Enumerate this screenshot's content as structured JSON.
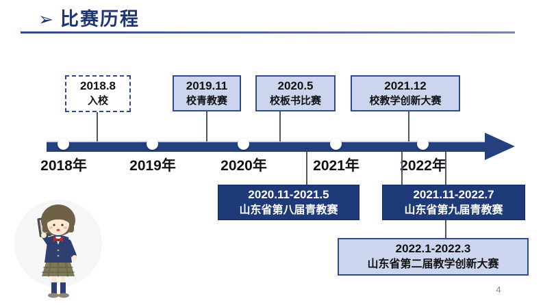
{
  "header": {
    "title": "比赛历程",
    "bullet_icon": {
      "name": "chevron-right-icon",
      "glyph": "➢"
    }
  },
  "timeline": {
    "years": [
      "2018年",
      "2019年",
      "2020年",
      "2021年",
      "2022年"
    ],
    "top_events": [
      {
        "date": "2018.8",
        "name": "入校"
      },
      {
        "date": "2019.11",
        "name": "校青教赛"
      },
      {
        "date": "2020.5",
        "name": "校板书比赛"
      },
      {
        "date": "2021.12",
        "name": "校教学创新大赛"
      }
    ],
    "bottom_events": [
      {
        "date": "2020.11-2021.5",
        "name": "山东省第八届青教赛"
      },
      {
        "date": "2021.11-2022.7",
        "name": "山东省第九届青教赛"
      },
      {
        "date": "2022.1-2022.3",
        "name": "山东省第二届教学创新大赛"
      }
    ]
  },
  "footer": {
    "page_number": "4"
  },
  "illustration": {
    "name": "student-with-tablet-illustration"
  },
  "colors": {
    "accent_navy": "#1e3674",
    "timeline_bar": "#24407f",
    "dark_box_fill": "#1f3a78",
    "light_box_fill": "#ccd5ee",
    "box_border": "#2e4a8e",
    "connector": "#4a5568"
  }
}
